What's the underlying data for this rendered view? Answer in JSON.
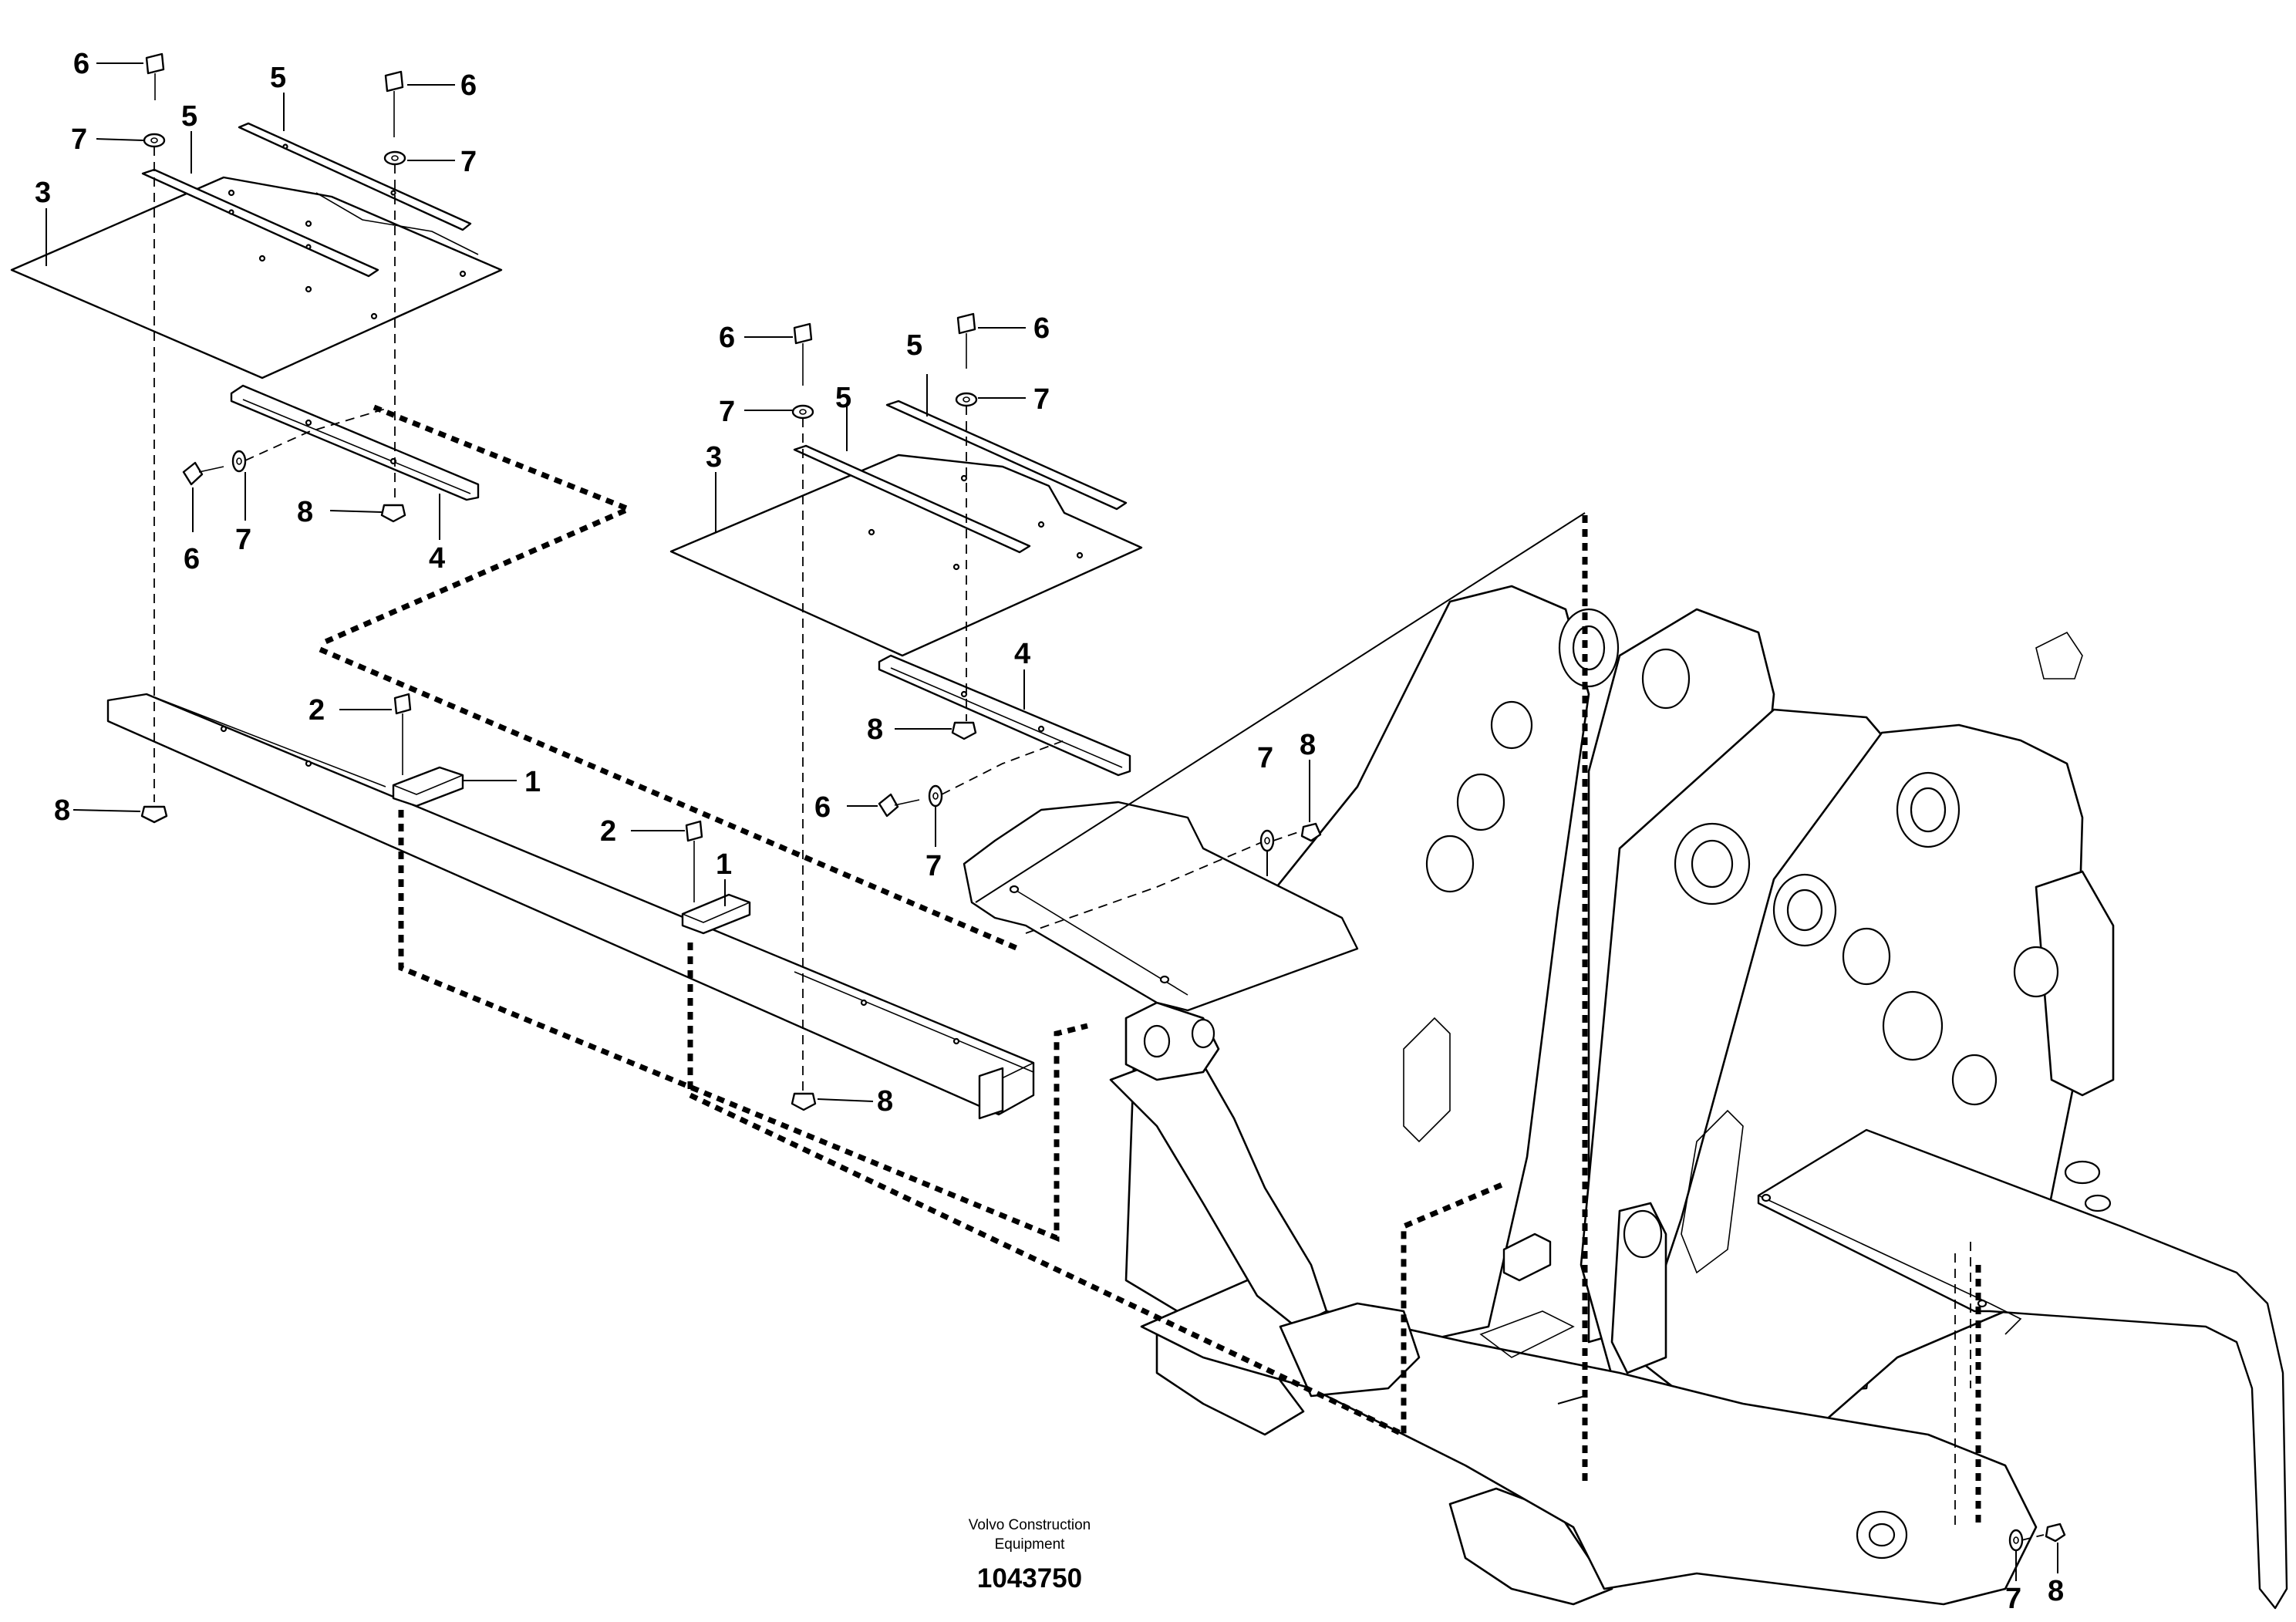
{
  "drawing": {
    "manufacturer_line1": "Volvo Construction",
    "manufacturer_line2": "Equipment",
    "drawing_number": "1043750"
  },
  "callouts": [
    {
      "label": "6"
    },
    {
      "label": "7"
    },
    {
      "label": "5"
    },
    {
      "label": "5"
    },
    {
      "label": "3"
    },
    {
      "label": "6"
    },
    {
      "label": "7"
    },
    {
      "label": "6"
    },
    {
      "label": "7"
    },
    {
      "label": "8"
    },
    {
      "label": "4"
    },
    {
      "label": "2"
    },
    {
      "label": "1"
    },
    {
      "label": "8"
    },
    {
      "label": "6"
    },
    {
      "label": "7"
    },
    {
      "label": "5"
    },
    {
      "label": "5"
    },
    {
      "label": "3"
    },
    {
      "label": "6"
    },
    {
      "label": "7"
    },
    {
      "label": "4"
    },
    {
      "label": "8"
    },
    {
      "label": "6"
    },
    {
      "label": "7"
    },
    {
      "label": "2"
    },
    {
      "label": "1"
    },
    {
      "label": "8"
    },
    {
      "label": "7"
    },
    {
      "label": "8"
    },
    {
      "label": "7"
    },
    {
      "label": "8"
    }
  ]
}
